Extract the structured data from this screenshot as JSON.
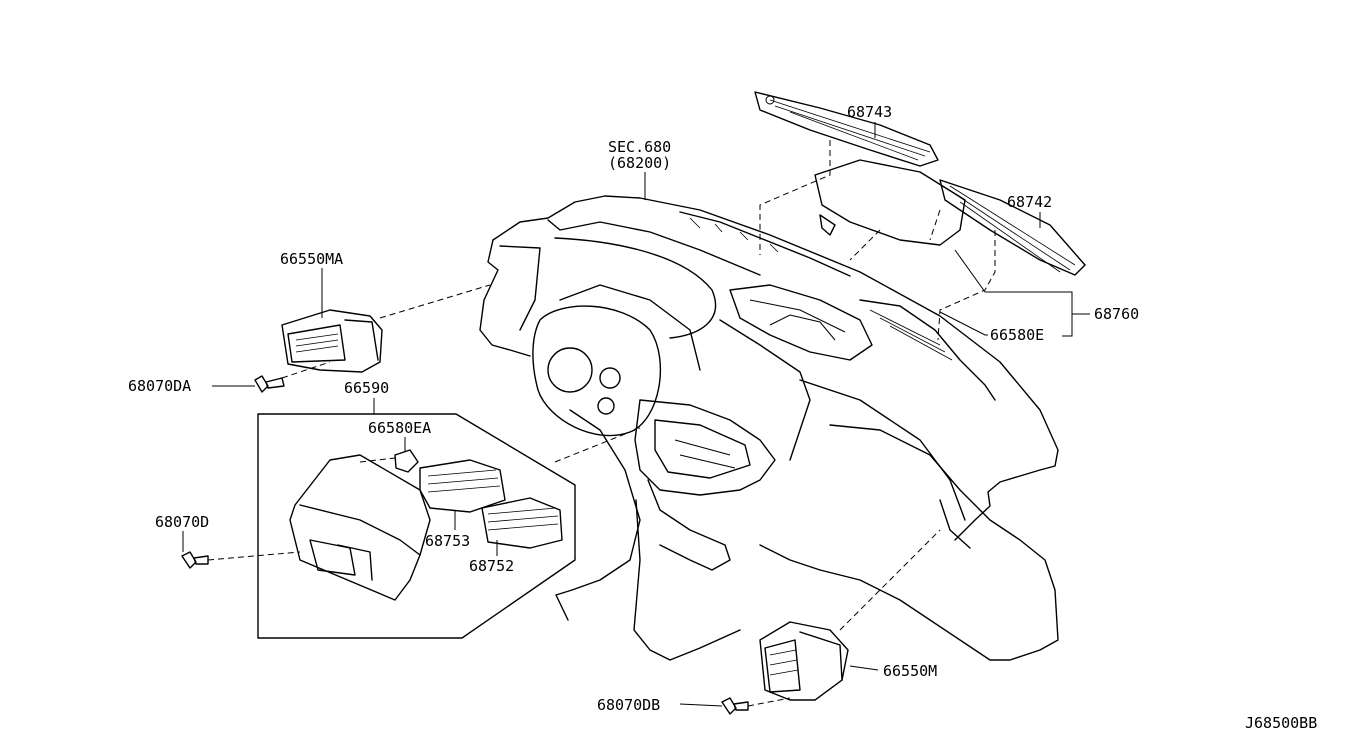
{
  "labels": {
    "p68743": "68743",
    "p68742": "68742",
    "sec_line1": "SEC.680",
    "sec_line2": "(68200)",
    "p66550MA": "66550MA",
    "p68760": "68760",
    "p66580E": "66580E",
    "p68070DA": "68070DA",
    "p66590": "66590",
    "p66580EA": "66580EA",
    "p68070D": "68070D",
    "p68753": "68753",
    "p68752": "68752",
    "p66550M": "66550M",
    "p68070DB": "68070DB",
    "diagram_code": "J68500BB"
  }
}
